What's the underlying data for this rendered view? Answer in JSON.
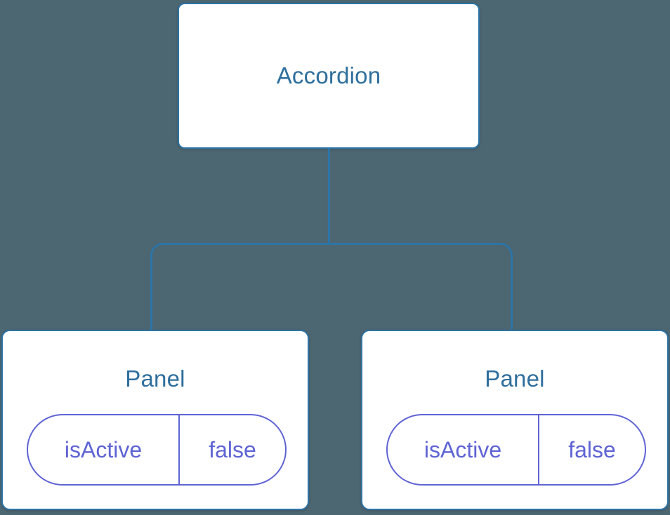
{
  "diagram": {
    "type": "component-tree",
    "root": {
      "label": "Accordion"
    },
    "children": [
      {
        "label": "Panel",
        "state": {
          "key": "isActive",
          "value": "false"
        }
      },
      {
        "label": "Panel",
        "state": {
          "key": "isActive",
          "value": "false"
        }
      }
    ]
  },
  "colors": {
    "background": "#4c6672",
    "node_background": "#ffffff",
    "node_border": "#2d74a6",
    "node_label": "#2f6f9d",
    "connector": "#2d74a6",
    "state_text": "#5f64d4",
    "state_border": "#5f64d4"
  }
}
